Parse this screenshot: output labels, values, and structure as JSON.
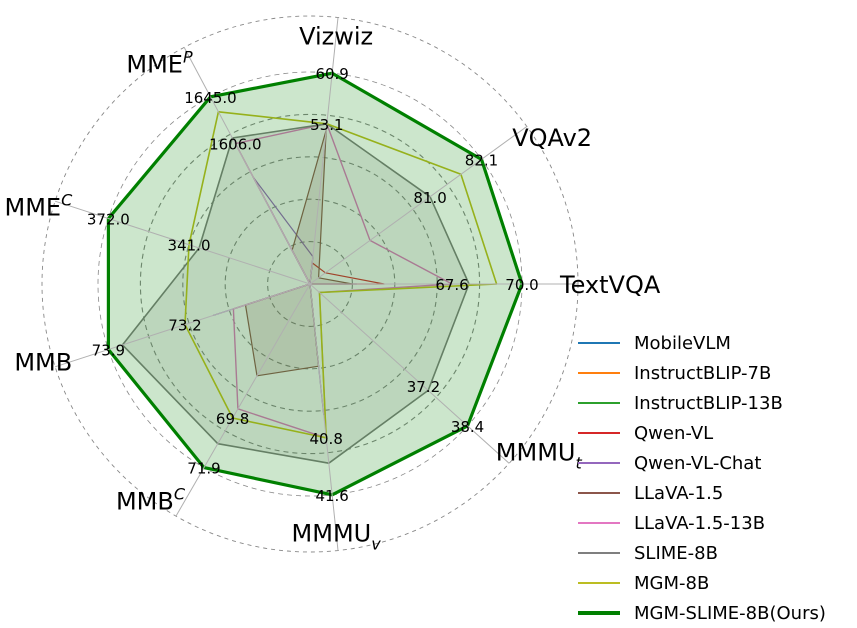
{
  "chart_data": {
    "type": "radar",
    "title": "",
    "axes": [
      {
        "key": "textvqa",
        "label": "TextVQA",
        "sub": "",
        "sup": "",
        "angle_deg": 0
      },
      {
        "key": "vqav2",
        "label": "VQAv2",
        "sub": "",
        "sup": "",
        "angle_deg": 36
      },
      {
        "key": "vizwiz",
        "label": "Vizwiz",
        "sub": "",
        "sup": "",
        "angle_deg": 84
      },
      {
        "key": "mmep",
        "label": "MME",
        "sub": "",
        "sup": "P",
        "angle_deg": 118
      },
      {
        "key": "mmec",
        "label": "MME",
        "sub": "",
        "sup": "C",
        "angle_deg": 162
      },
      {
        "key": "mmb",
        "label": "MMB",
        "sub": "",
        "sup": "",
        "angle_deg": 198
      },
      {
        "key": "mmbc",
        "label": "MMB",
        "sub": "",
        "sup": "C",
        "angle_deg": 240
      },
      {
        "key": "mmmuv",
        "label": "MMMU",
        "sub": "v",
        "sup": "",
        "angle_deg": 276
      },
      {
        "key": "mmmut",
        "label": "MMMU",
        "sub": "t",
        "sup": "",
        "angle_deg": 318
      }
    ],
    "value_labels": [
      {
        "text": "70.0",
        "axis": 0,
        "r": 1.0
      },
      {
        "text": "67.6",
        "axis": 0,
        "r": 0.67
      },
      {
        "text": "82.1",
        "axis": 1,
        "r": 1.0
      },
      {
        "text": "81.0",
        "axis": 1,
        "r": 0.7
      },
      {
        "text": "60.9",
        "axis": 2,
        "r": 1.0
      },
      {
        "text": "53.1",
        "axis": 2,
        "r": 0.76
      },
      {
        "text": "1645.0",
        "axis": 3,
        "r": 1.0
      },
      {
        "text": "1606.0",
        "axis": 3,
        "r": 0.75
      },
      {
        "text": "372.0",
        "axis": 4,
        "r": 1.0
      },
      {
        "text": "341.0",
        "axis": 4,
        "r": 0.6
      },
      {
        "text": "73.9",
        "axis": 5,
        "r": 1.0
      },
      {
        "text": "73.2",
        "axis": 5,
        "r": 0.62
      },
      {
        "text": "71.9",
        "axis": 6,
        "r": 1.0
      },
      {
        "text": "69.8",
        "axis": 6,
        "r": 0.73
      },
      {
        "text": "41.6",
        "axis": 7,
        "r": 1.0
      },
      {
        "text": "40.8",
        "axis": 7,
        "r": 0.73
      },
      {
        "text": "38.4",
        "axis": 8,
        "r": 1.0
      },
      {
        "text": "37.2",
        "axis": 8,
        "r": 0.72
      }
    ],
    "grid": true,
    "series": [
      {
        "name": "MobileVLM",
        "color": "#1f77b4",
        "fill": false,
        "width": 1.2,
        "values": [
          0,
          0,
          0,
          0,
          0,
          0,
          0,
          0,
          0
        ]
      },
      {
        "name": "InstructBLIP-7B",
        "color": "#ff7f0e",
        "fill": false,
        "width": 1.2,
        "values": [
          0,
          0,
          0,
          0,
          0,
          0,
          0,
          0,
          0
        ]
      },
      {
        "name": "InstructBLIP-13B",
        "color": "#2ca02c",
        "fill": false,
        "width": 1.2,
        "values": [
          0,
          0,
          0,
          0,
          0,
          0,
          0,
          0,
          0
        ]
      },
      {
        "name": "Qwen-VL",
        "color": "#d62728",
        "fill": false,
        "width": 1.2,
        "values": [
          0.35,
          0.09,
          0.1,
          0,
          0,
          0,
          0,
          0,
          0
        ]
      },
      {
        "name": "Qwen-VL-Chat",
        "color": "#9467bd",
        "fill": false,
        "width": 1.2,
        "values": [
          0.22,
          0,
          0.13,
          0.57,
          0,
          0.48,
          0,
          0.62,
          0
        ]
      },
      {
        "name": "LLaVA-1.5",
        "color": "#8c564b",
        "fill": true,
        "width": 1.2,
        "values": [
          0.2,
          0.05,
          0.73,
          0.18,
          0,
          0.32,
          0.5,
          0.39,
          0
        ]
      },
      {
        "name": "LLaVA-1.5-13B",
        "color": "#e377c2",
        "fill": false,
        "width": 1.4,
        "values": [
          0.67,
          0.35,
          0.76,
          0.75,
          0,
          0.38,
          0.68,
          0.73,
          0.06
        ]
      },
      {
        "name": "SLIME-8B",
        "color": "#7f7f7f",
        "fill": true,
        "width": 1.6,
        "values": [
          0.75,
          0.7,
          0.76,
          0.78,
          0.55,
          0.93,
          0.87,
          0.85,
          0.75
        ]
      },
      {
        "name": "MGM-8B",
        "color": "#bcbd22",
        "fill": false,
        "width": 1.6,
        "values": [
          0.88,
          0.88,
          0.76,
          0.92,
          0.6,
          0.62,
          0.73,
          0.73,
          0.06
        ]
      },
      {
        "name": "MGM-SLIME-8B(Ours)",
        "color": "#008000",
        "fill": true,
        "width": 3.2,
        "values": [
          1.0,
          1.0,
          1.0,
          1.0,
          1.0,
          1.0,
          1.0,
          1.0,
          1.0
        ]
      }
    ]
  }
}
